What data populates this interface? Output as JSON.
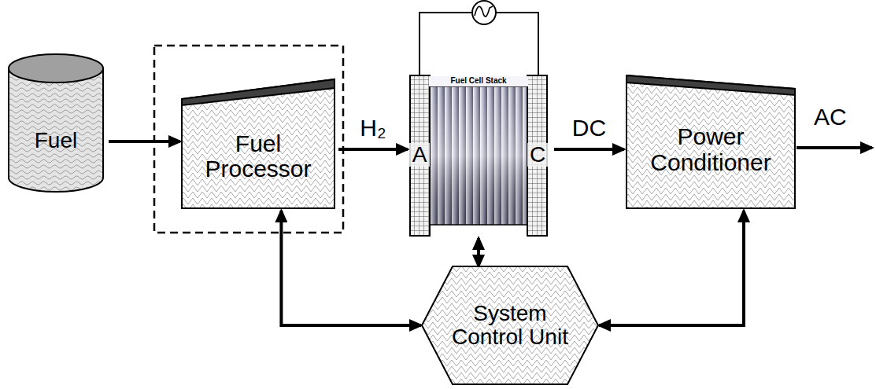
{
  "diagram": {
    "nodes": [
      {
        "text": [
          "Fuel"
        ]
      },
      {
        "text": [
          "Fuel Processor"
        ]
      },
      {
        "text": [
          "Fuel Cell Stack",
          "A",
          "C"
        ]
      },
      {
        "text": [
          "Power Conditioner"
        ]
      },
      {
        "text": [
          "System Control Unit"
        ]
      }
    ],
    "edges": [
      {
        "from": 0,
        "to": 1,
        "arrow": "to"
      },
      {
        "from": 1,
        "to": 2,
        "label": "H₂",
        "arrow": "to"
      },
      {
        "from": 2,
        "to": 3,
        "label": "DC",
        "arrow": "to"
      },
      {
        "from": 1,
        "to": 4,
        "arrow": "both"
      },
      {
        "from": 2,
        "to": 4,
        "arrow": "both"
      },
      {
        "from": 3,
        "to": 4,
        "arrow": "both"
      }
    ],
    "labels": [
      "AC"
    ]
  }
}
